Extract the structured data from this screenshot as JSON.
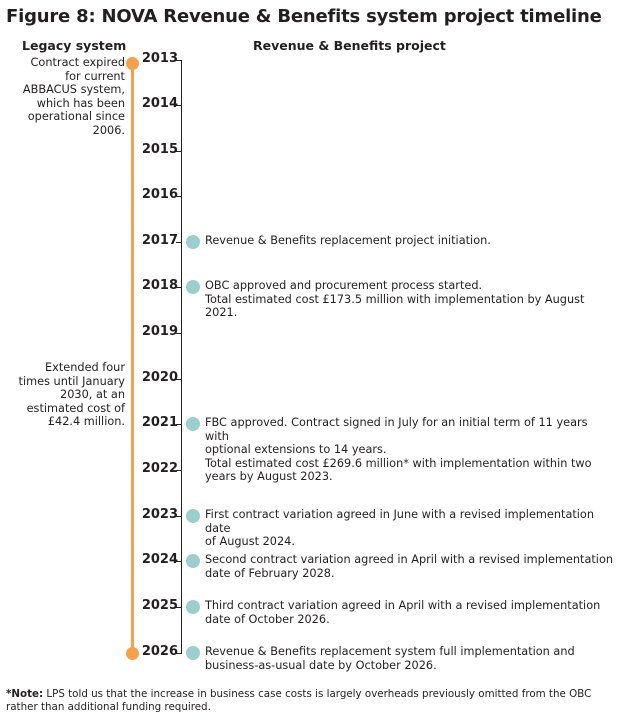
{
  "title": "Figure 8:  NOVA Revenue & Benefits system project timeline",
  "headers": {
    "legacy": "Legacy system",
    "project": "Revenue & Benefits project"
  },
  "legacy_notes": {
    "first_lines": [
      "Contract expired",
      "for current",
      "ABBACUS system,",
      "which has been",
      "operational since",
      "2006."
    ],
    "second_lines": [
      "Extended four",
      "times until January",
      "2030, at an",
      "estimated cost of",
      "£42.4 million."
    ]
  },
  "years": [
    "2013",
    "2014",
    "2015",
    "2016",
    "2017",
    "2018",
    "2019",
    "2020",
    "2021",
    "2022",
    "2023",
    "2024",
    "2025",
    "2026"
  ],
  "events": {
    "e2017": [
      "Revenue & Benefits replacement project initiation."
    ],
    "e2018": [
      "OBC approved and procurement process started.",
      "Total estimated cost £173.5 million with implementation by August",
      "2021."
    ],
    "e2021": [
      "FBC approved. Contract signed in July for an initial term of 11 years with",
      "optional extensions to 14 years.",
      "Total estimated cost £269.6 million* with implementation within two",
      "years by August 2023."
    ],
    "e2023": [
      "First contract variation agreed in June with a revised implementation date",
      "of August 2024."
    ],
    "e2024": [
      "Second contract variation agreed in April with a revised implementation",
      "date of February 2028."
    ],
    "e2025": [
      "Third contract variation agreed in April with a revised implementation",
      "date of October 2026."
    ],
    "e2026": [
      "Revenue & Benefits replacement system full implementation and",
      "business-as-usual date by October 2026."
    ]
  },
  "footnote": {
    "label": "*Note:",
    "text": " LPS told us that the increase in business case costs is largely overheads previously omitted from the OBC rather than additional funding required."
  },
  "colors": {
    "legacy": "#f5a04a",
    "project": "#9ccfcb",
    "text": "#231f20"
  }
}
